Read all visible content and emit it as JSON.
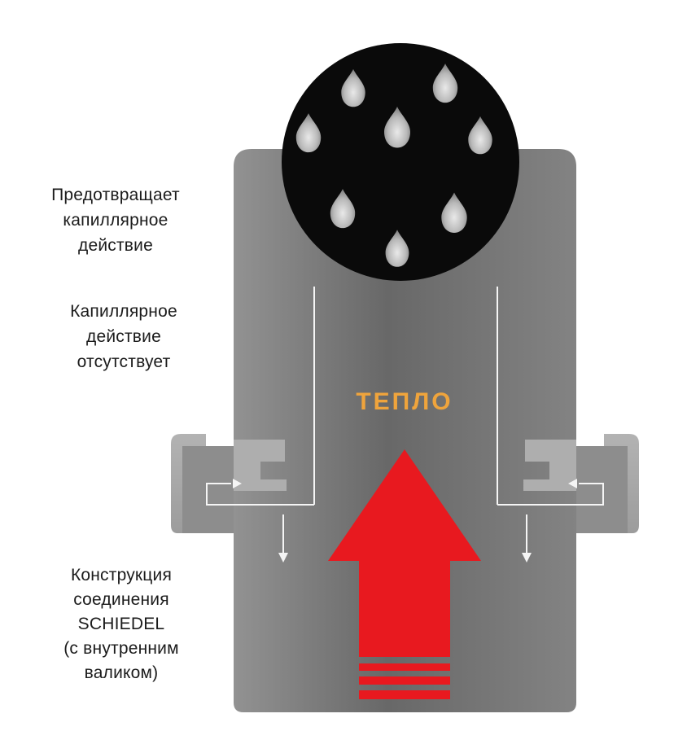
{
  "diagram": {
    "title_semantic": "schiedel-chimney-joint-diagram",
    "labels": [
      {
        "id": "prevents-capillary",
        "text": "Предотвращает\nкапиллярное\nдействие"
      },
      {
        "id": "no-capillary",
        "text": "Капиллярное\nдействие\nотсутствует"
      },
      {
        "id": "joint-construction",
        "text": "Конструкция\nсоединения\nSCHIEDEL\n(с внутренним\nваликом)"
      }
    ],
    "heat_label": "ТЕПЛО",
    "droplet_count": 8,
    "colors": {
      "heat_text": "#efa43c",
      "heat_arrow_red": "#e8191f",
      "pipe_gray": "#6b6b6b",
      "collar_gray": "#a9a9a9",
      "droplet_circle_black": "#0a0a0a",
      "liner_line_white": "#f5f5f5",
      "label_text": "#1b1b1b",
      "background": "#ffffff"
    }
  }
}
